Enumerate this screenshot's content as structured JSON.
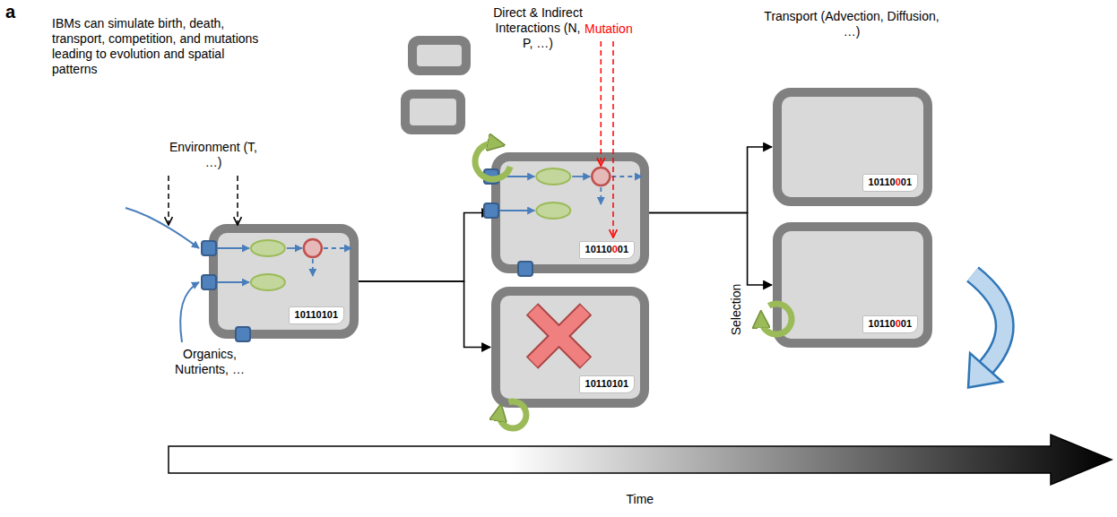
{
  "diagram": {
    "nodes": [
      {
        "text": [
          "10110101"
        ]
      },
      {
        "text": [
          "10110001"
        ]
      },
      {
        "text": [
          "10110101"
        ]
      },
      {
        "text": [
          "10110001"
        ]
      },
      {
        "text": [
          "10110001"
        ]
      }
    ],
    "edges": [
      {
        "from": 0,
        "to": 1,
        "arrow": "to"
      },
      {
        "from": 0,
        "to": 2,
        "arrow": "to"
      },
      {
        "from": 1,
        "to": 3,
        "arrow": "to"
      },
      {
        "from": 1,
        "to": 4,
        "arrow": "to"
      }
    ],
    "labels": [
      "a",
      "IBMs can simulate birth, death, transport, competition, and mutations leading to evolution and spatial patterns",
      "Environment (T, …)",
      "Organics, Nutrients, …",
      "Direct & Indirect Interactions (N, P, …)",
      "Mutation",
      "Transport (Advection, Diffusion, …)",
      "Selection",
      "Time"
    ]
  }
}
